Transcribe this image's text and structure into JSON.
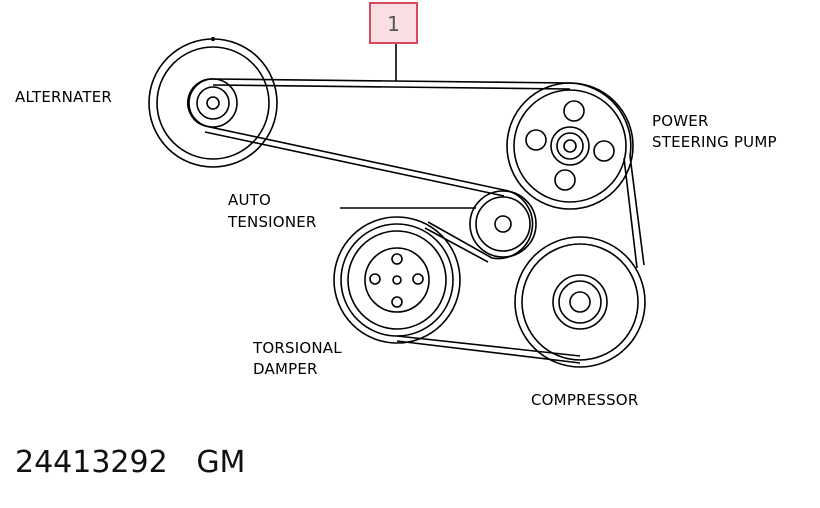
{
  "callout": {
    "number": "1"
  },
  "labels": {
    "alternator": "ALTERNATER",
    "power_steering_line1": "POWER",
    "power_steering_line2": "STEERING PUMP",
    "tensioner_line1": "AUTO",
    "tensioner_line2": "TENSIONER",
    "damper_line1": "TORSIONAL",
    "damper_line2": "DAMPER",
    "compressor": "COMPRESSOR"
  },
  "footer": {
    "part_number": "24413292",
    "brand": "GM"
  }
}
